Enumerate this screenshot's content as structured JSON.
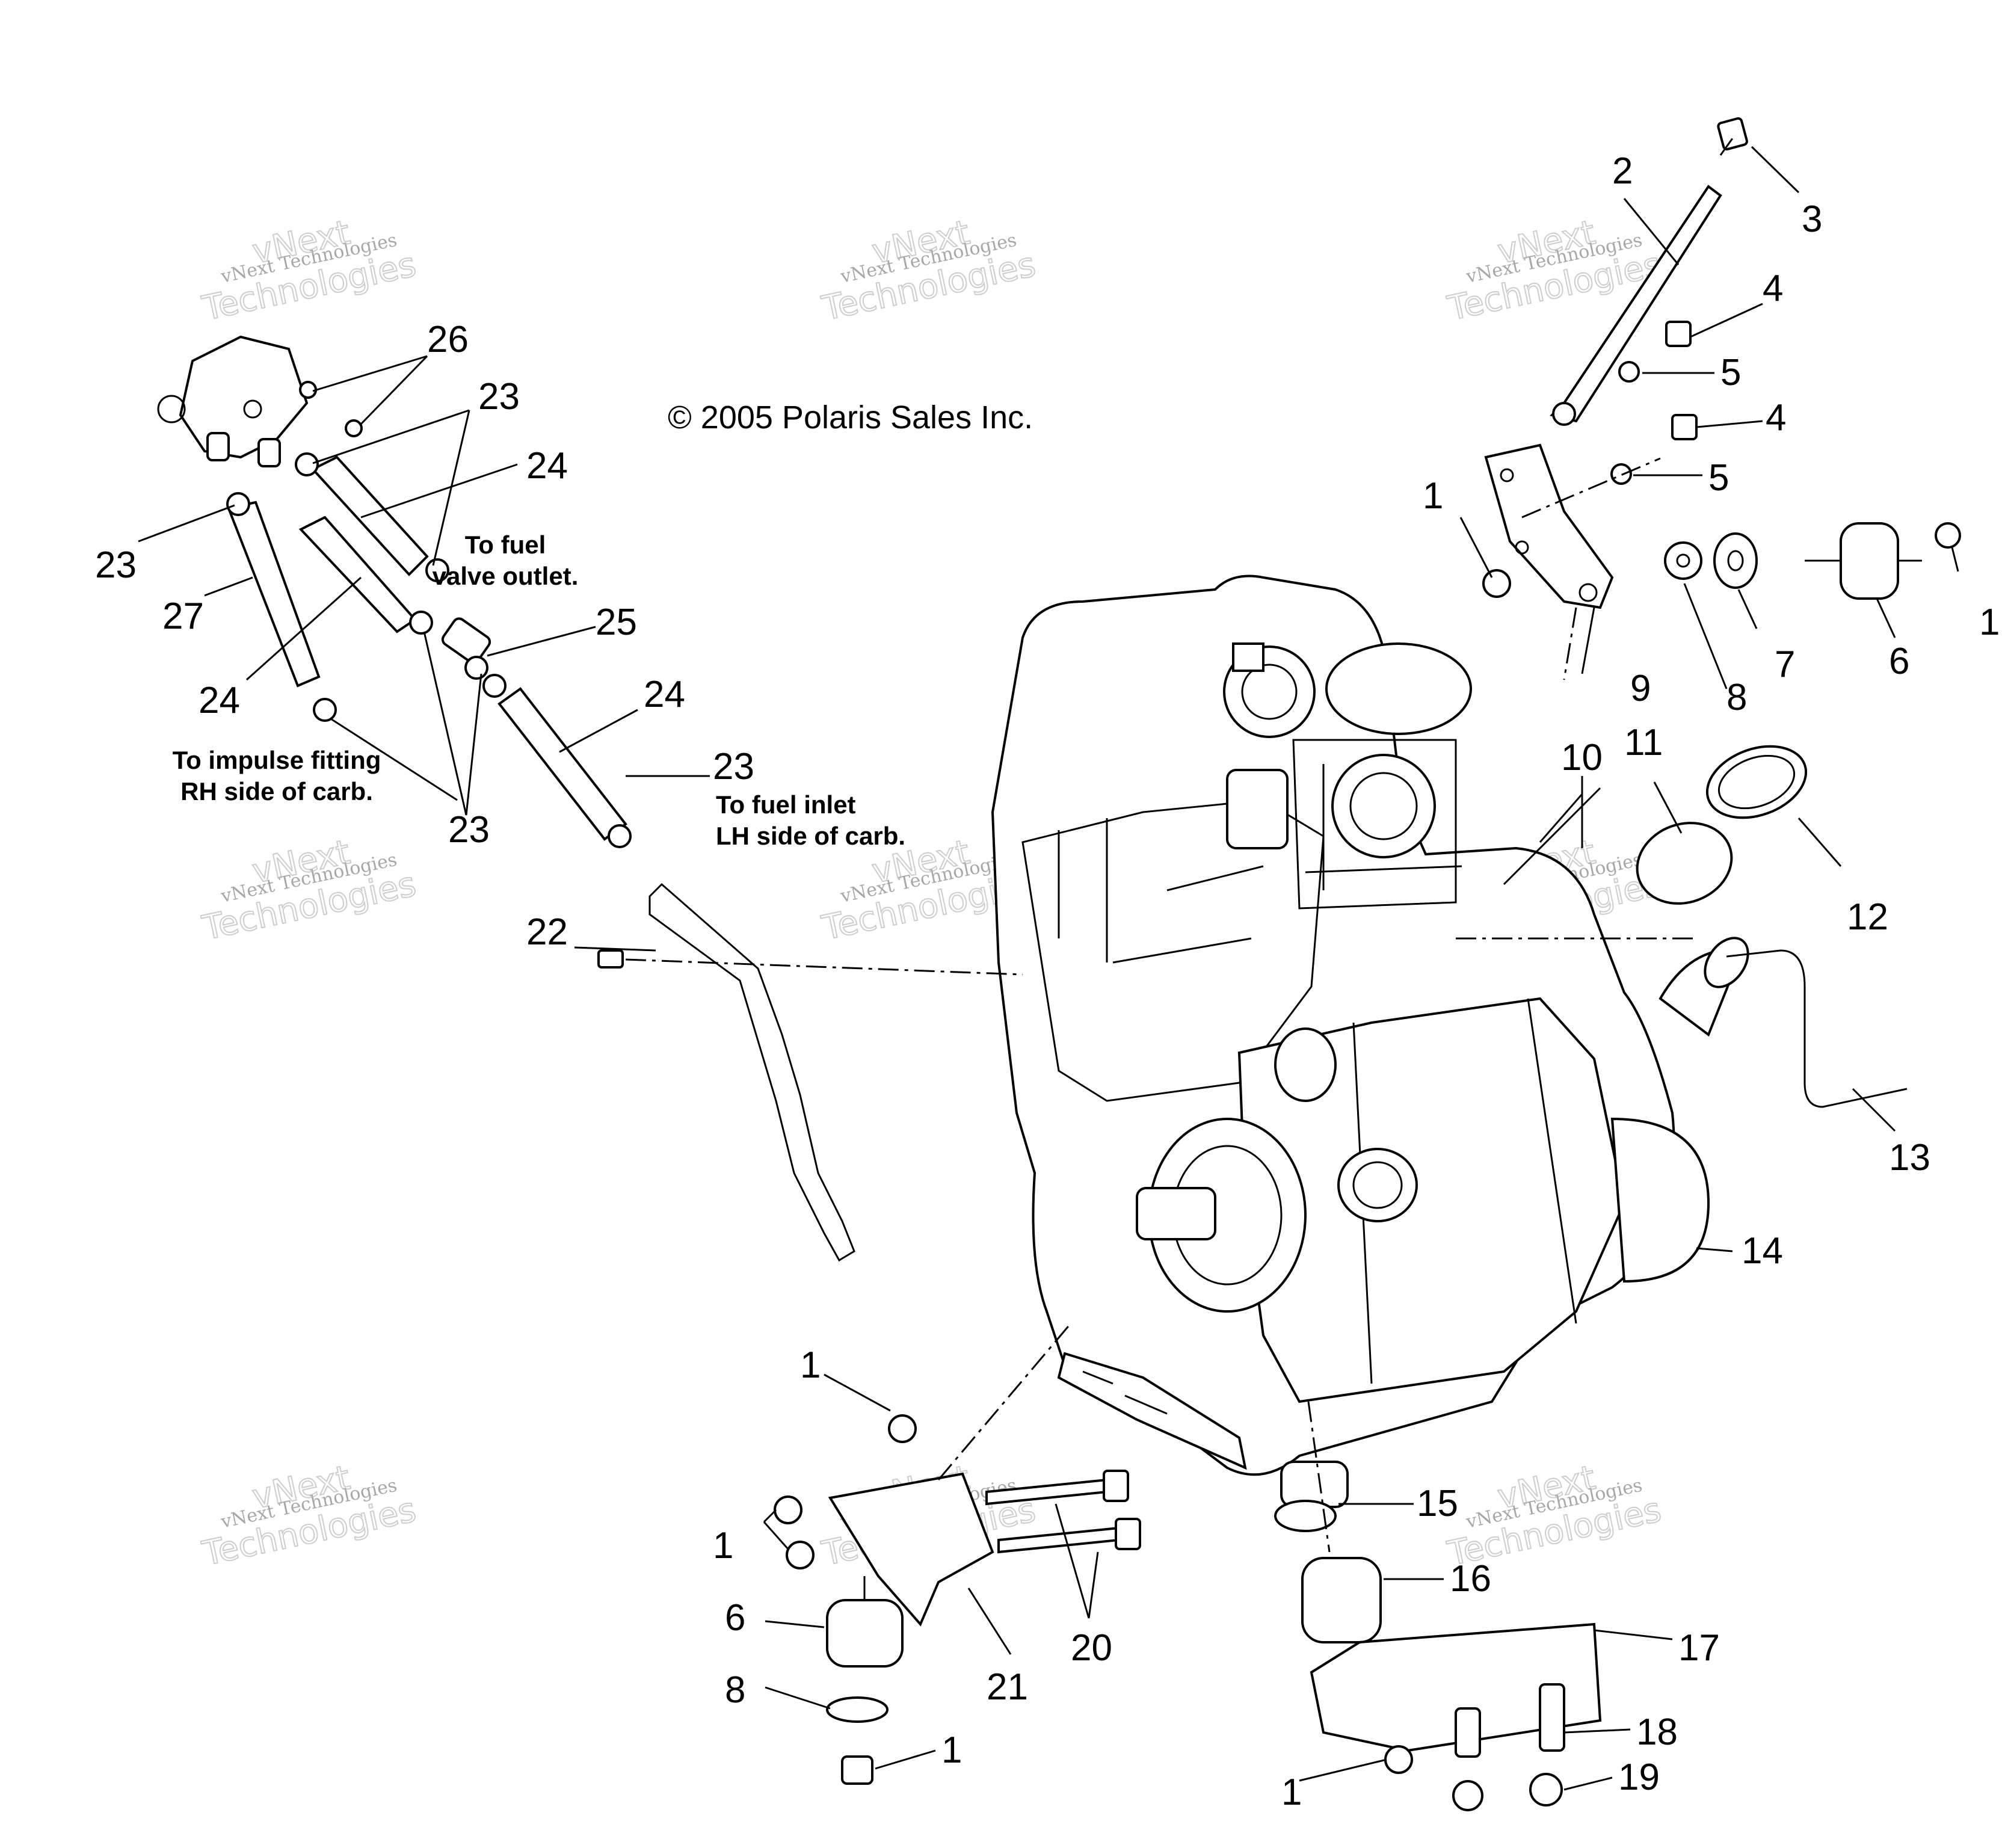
{
  "copyright": "© 2005 Polaris Sales Inc.",
  "watermark": {
    "line1": "vNext",
    "line2": "Technologies",
    "full": "vNext Technologies"
  },
  "notes": {
    "fuel_valve_outlet_1": "To fuel",
    "fuel_valve_outlet_2": "valve outlet.",
    "impulse_1": "To impulse fitting",
    "impulse_2": "RH side of carb.",
    "fuel_inlet_1": "To fuel inlet",
    "fuel_inlet_2": "LH side of carb."
  },
  "callouts": {
    "c1a": "1",
    "c1b": "1",
    "c1c": "1",
    "c1d": "1",
    "c1e": "1",
    "c1f": "1",
    "c2": "2",
    "c3": "3",
    "c4a": "4",
    "c4b": "4",
    "c5a": "5",
    "c5b": "5",
    "c6a": "6",
    "c6b": "6",
    "c7": "7",
    "c8a": "8",
    "c8b": "8",
    "c9": "9",
    "c10": "10",
    "c11": "11",
    "c12": "12",
    "c13": "13",
    "c14": "14",
    "c15": "15",
    "c16": "16",
    "c17": "17",
    "c18": "18",
    "c19": "19",
    "c20": "20",
    "c21": "21",
    "c22": "22",
    "c23a": "23",
    "c23b": "23",
    "c23c": "23",
    "c23d": "23",
    "c24a": "24",
    "c24b": "24",
    "c24c": "24",
    "c25": "25",
    "c26": "26",
    "c27": "27"
  }
}
